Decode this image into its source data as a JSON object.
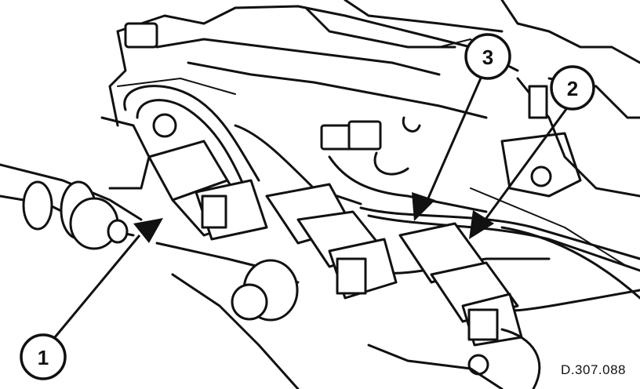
{
  "callouts": [
    {
      "label": "1"
    },
    {
      "label": "2"
    },
    {
      "label": "3"
    }
  ],
  "reference_code": "D.307.088",
  "colors": {
    "ink": "#111111",
    "paper": "#ffffff"
  }
}
